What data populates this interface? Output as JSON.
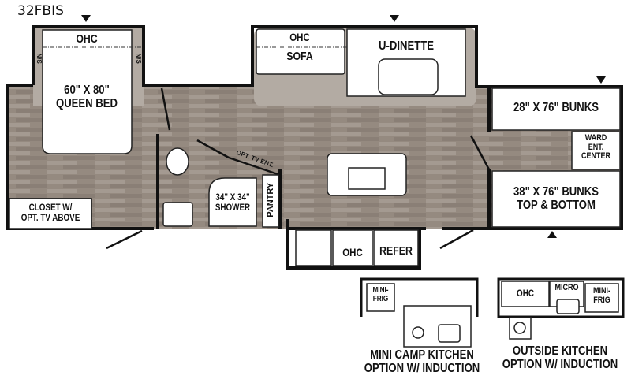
{
  "title": "32FBIS",
  "rooms": {
    "bedroom": {
      "ohc": "OHC",
      "nightstand_left": "N/S",
      "nightstand_right": "N/S",
      "bed": "60\" X 80\"\nQUEEN BED",
      "closet": "CLOSET W/\nOPT. TV ABOVE"
    },
    "bath": {
      "shower": "34\" X 34\"\nSHOWER",
      "pantry": "PANTRY",
      "tv": "OPT. TV ENT."
    },
    "living": {
      "ohc": "OHC",
      "sofa": "SOFA",
      "dinette": "U-DINETTE"
    },
    "kitchen": {
      "ohc": "OHC",
      "refer": "REFER"
    },
    "bunkroom": {
      "top_bunk": "28\" X 76\" BUNKS",
      "ward": "WARD\nENT.\nCENTER",
      "bottom_bunk": "38\" X 76\" BUNKS\nTOP & BOTTOM"
    }
  },
  "options": {
    "mini_camp": {
      "frig": "MINI-\nFRIG",
      "caption": "MINI CAMP KITCHEN\nOPTION W/ INDUCTION"
    },
    "outside": {
      "ohc": "OHC",
      "micro": "MICRO",
      "frig": "MINI-\nFRIG",
      "caption": "OUTSIDE KITCHEN\nOPTION W/ INDUCTION"
    }
  },
  "colors": {
    "floor": "#958a80",
    "slide_floor": "#b3aba3",
    "wall": "#111111"
  }
}
